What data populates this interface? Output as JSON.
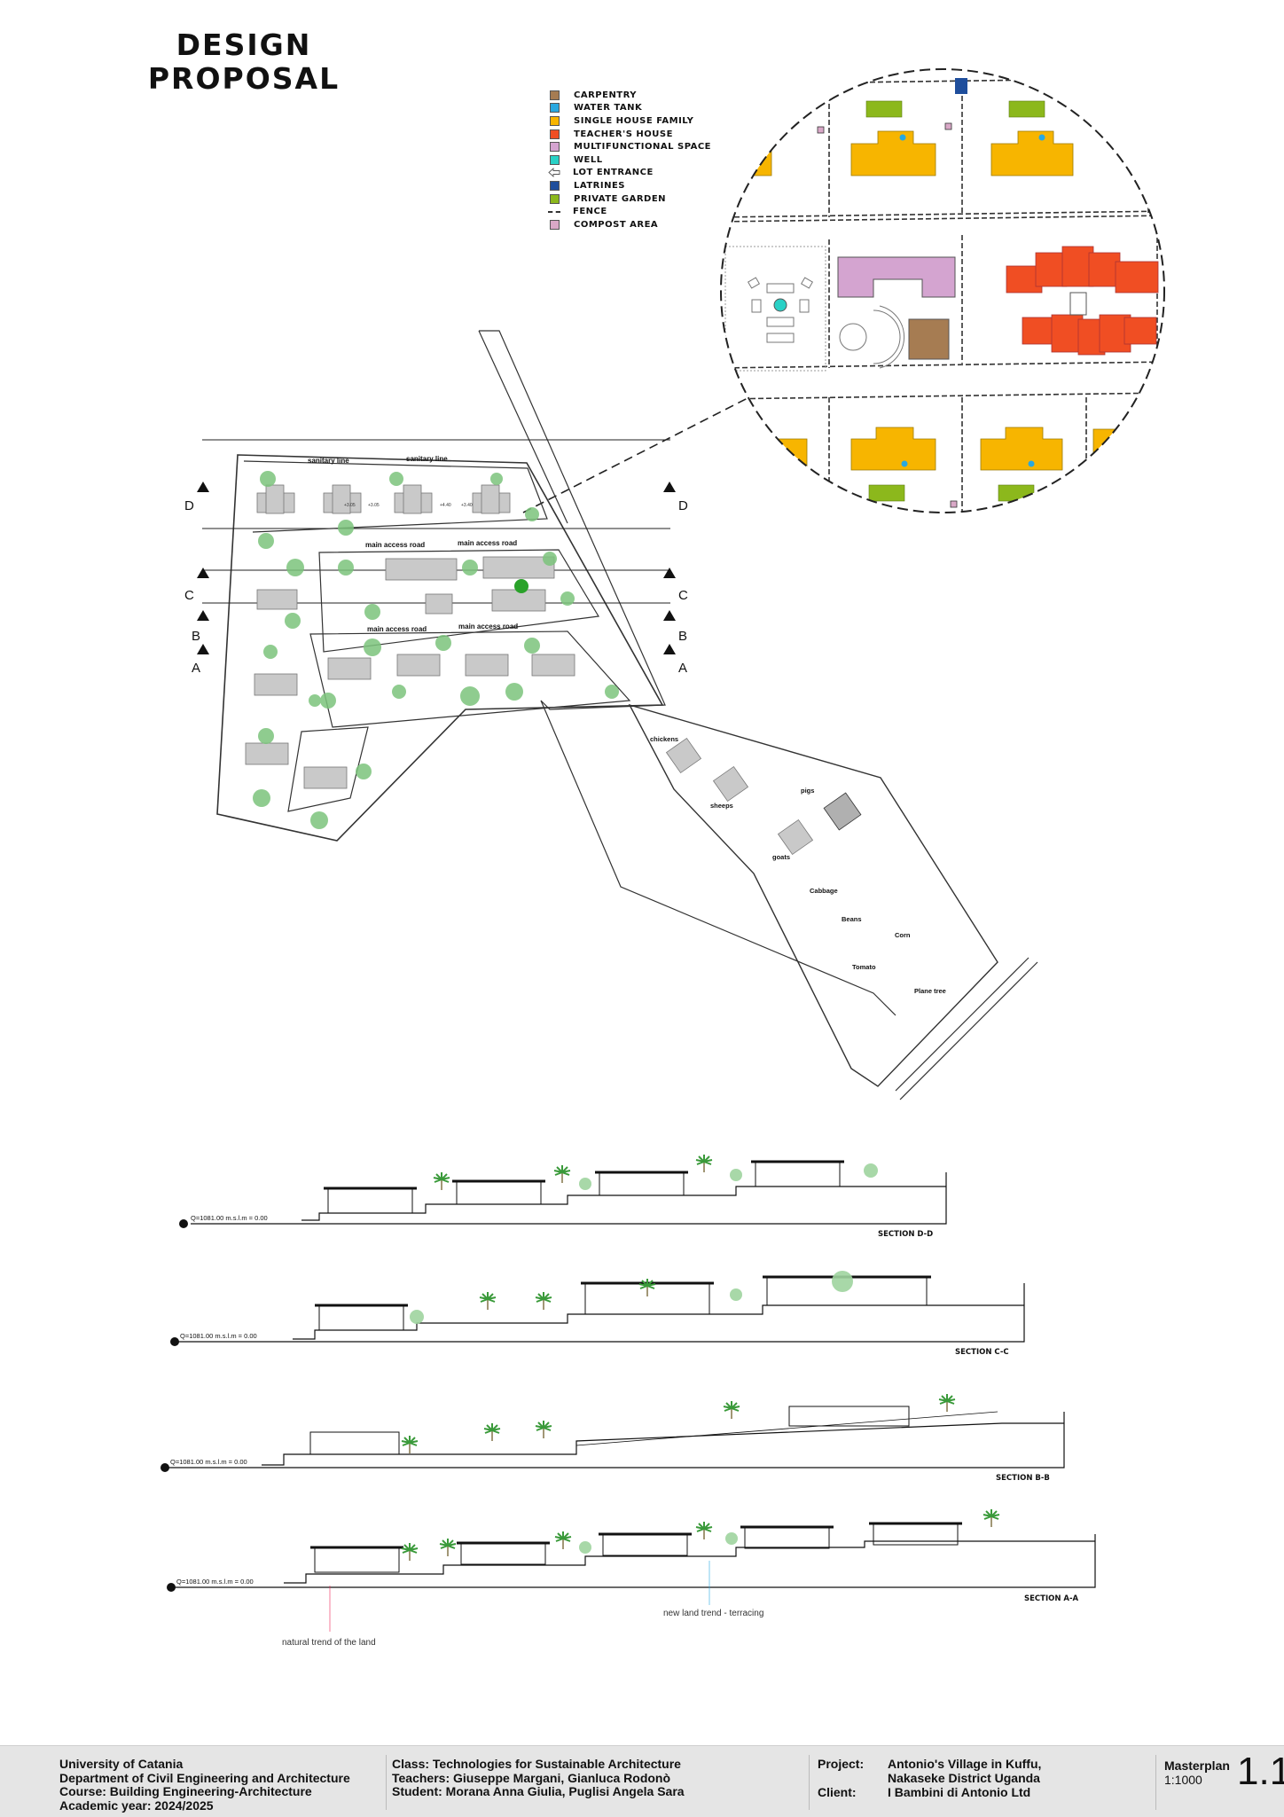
{
  "title": {
    "line1": "DESIGN",
    "line2": "PROPOSAL"
  },
  "legend": [
    {
      "label": "CARPENTRY",
      "color": "#a67c52",
      "kind": "box",
      "icon": "carpentry-swatch"
    },
    {
      "label": "WATER TANK",
      "color": "#29a8e0",
      "kind": "box",
      "icon": "water-tank-swatch"
    },
    {
      "label": "SINGLE HOUSE FAMILY",
      "color": "#f7b500",
      "kind": "box",
      "icon": "single-house-swatch"
    },
    {
      "label": "TEACHER'S HOUSE",
      "color": "#f04e23",
      "kind": "box",
      "icon": "teacher-house-swatch"
    },
    {
      "label": "MULTIFUNCTIONAL SPACE",
      "color": "#d4a4d0",
      "kind": "box",
      "icon": "multifunctional-swatch"
    },
    {
      "label": "WELL",
      "color": "#29d1c6",
      "kind": "box",
      "icon": "well-swatch"
    },
    {
      "label": "LOT ENTRANCE",
      "color": "#ffffff",
      "kind": "arrow",
      "icon": "lot-entrance-arrow-icon"
    },
    {
      "label": "LATRINES",
      "color": "#1f4e9c",
      "kind": "box",
      "icon": "latrines-swatch"
    },
    {
      "label": "PRIVATE GARDEN",
      "color": "#8cb81c",
      "kind": "box",
      "icon": "private-garden-swatch"
    },
    {
      "label": "FENCE",
      "color": "#333333",
      "kind": "fence",
      "icon": "fence-line-icon"
    },
    {
      "label": "COMPOST AREA",
      "color": "#d9a8c7",
      "kind": "box",
      "icon": "compost-swatch"
    }
  ],
  "plan": {
    "section_marks": [
      "D",
      "C",
      "B",
      "A"
    ],
    "roads": {
      "sanitary": "sanitary line",
      "main_access": "main access road"
    },
    "heights": [
      "+3.05",
      "+3.05",
      "+4.40",
      "+3.40"
    ],
    "farm": [
      "chickens",
      "sheeps",
      "pigs",
      "goats",
      "Cabbage",
      "Beans",
      "Corn",
      "Tomato",
      "Plane tree"
    ]
  },
  "sections": [
    {
      "name": "SECTION D-D",
      "datum": "Q=1081.00 m.s.l.m = 0.00"
    },
    {
      "name": "SECTION C-C",
      "datum": "Q=1081.00 m.s.l.m = 0.00"
    },
    {
      "name": "SECTION B-B",
      "datum": "Q=1081.00 m.s.l.m = 0.00"
    },
    {
      "name": "SECTION A-A",
      "datum": "Q=1081.00 m.s.l.m = 0.00"
    }
  ],
  "annotations": {
    "natural": "natural trend of the land",
    "terracing": "new land trend - terracing"
  },
  "footer": {
    "university": "University of Catania",
    "department": "Department of Civil Engineering and Architecture",
    "course": "Course: Building Engineering-Architecture",
    "year": "Academic year: 2024/2025",
    "class": "Class: Technologies for Sustainable Architecture",
    "teachers": "Teachers: Giuseppe Margani, Gianluca Rodonò",
    "students": "Student: Morana Anna Giulia, Puglisi Angela Sara",
    "project_label": "Project:",
    "project_value1": "Antonio's Village in Kuffu,",
    "project_value2": "Nakaseke District Uganda",
    "client_label": "Client:",
    "client_value": "I Bambini di Antonio Ltd",
    "sheet_name": "Masterplan",
    "scale": "1:1000",
    "sheet_number": "1.1"
  }
}
